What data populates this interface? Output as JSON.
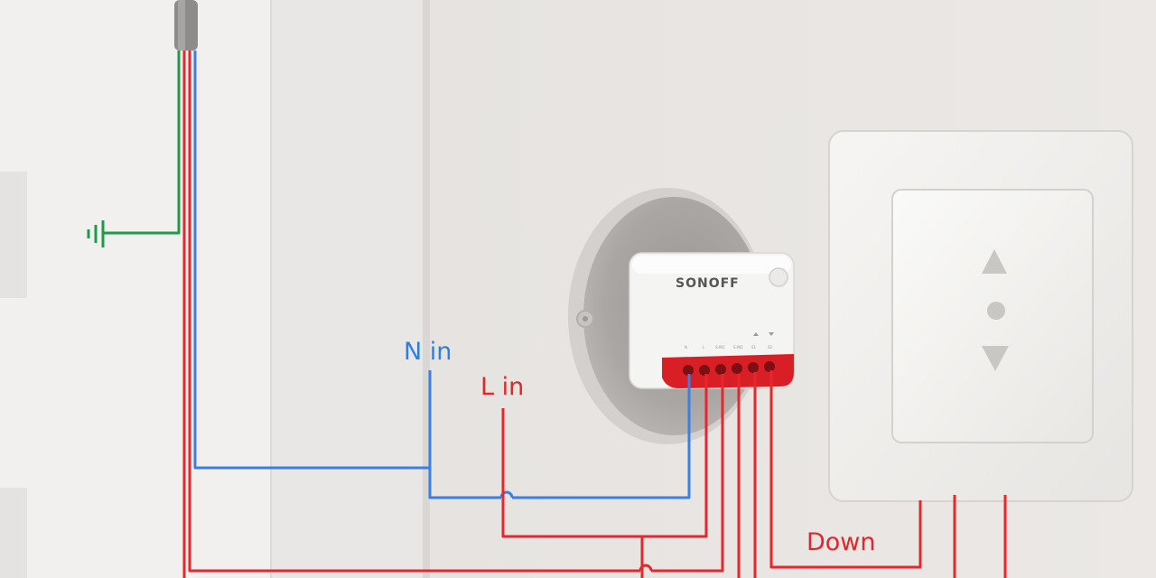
{
  "labels": {
    "n_in": "N in",
    "l_in": "L in",
    "down": "Down"
  },
  "device": {
    "brand": "SONOFF",
    "terminal_labels": [
      "N",
      "L",
      "S-IN1",
      "S-IN2",
      "S1",
      "S2"
    ]
  },
  "colors": {
    "neutral_wire": "#3a7fe6",
    "live_wire": "#e8262c",
    "ground_wire": "#1d9a4a",
    "terminal_block": "#d81f26",
    "label_blue": "#2f7de1",
    "label_red": "#e2262b"
  },
  "switch": {
    "icons": [
      "up-arrow-icon",
      "center-dot-icon",
      "down-arrow-icon"
    ]
  }
}
